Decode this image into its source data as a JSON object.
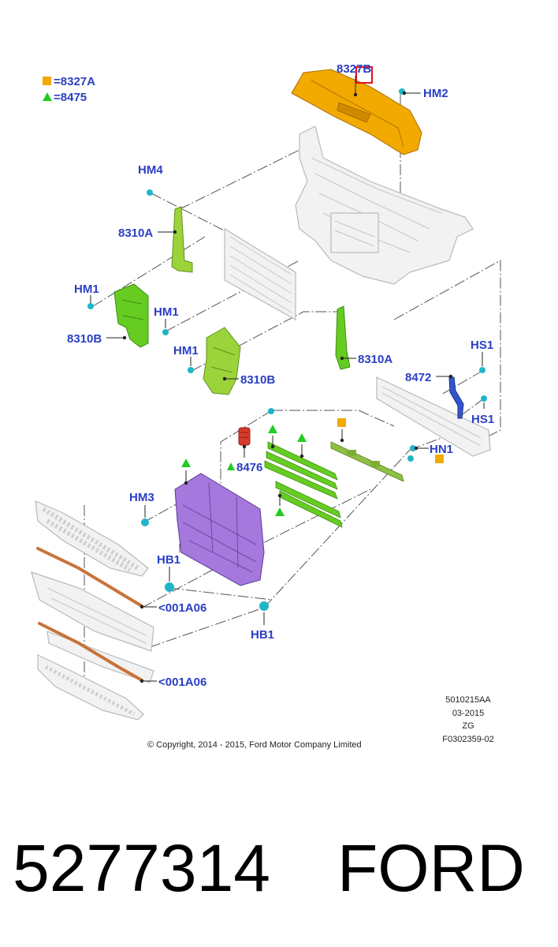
{
  "colors": {
    "callout": "#2a3fc4",
    "orange": "#f2a900",
    "green": "#66cc22",
    "lightgreen": "#9ad43a",
    "purple": "#a478dd",
    "blue": "#3355cc",
    "red": "#d83b2a",
    "copper": "#c8733a",
    "cyan": "#1fb5c8",
    "highlight": "#e0101a"
  },
  "legend": [
    {
      "symbol": "orange-square",
      "label": "=8327A"
    },
    {
      "symbol": "green-triangle",
      "label": "=8475"
    }
  ],
  "callouts": {
    "top_shield": "8327B",
    "hm2": "HM2",
    "hm4": "HM4",
    "left_bracket_a": "8310A",
    "hm1_upper": "HM1",
    "hm1_mid": "HM1",
    "left_bracket_b": "8310B",
    "hm1_lower": "HM1",
    "center_bracket_b": "8310B",
    "right_bracket_a": "8310A",
    "hs1_upper": "HS1",
    "stay_rod": "8472",
    "hs1_lower": "HS1",
    "hn1": "HN1",
    "actuator": "8476",
    "hm3": "HM3",
    "hb1_left": "HB1",
    "hb1_lower": "HB1",
    "trim_upper": "<001A06",
    "trim_lower": "<001A06"
  },
  "info_block": [
    "5010215AA",
    "03-2015",
    "ZG",
    "F0302359-02"
  ],
  "copyright": "© Copyright, 2014 - 2015, Ford Motor Company Limited",
  "part_number": "5277314",
  "brand": "FORD"
}
